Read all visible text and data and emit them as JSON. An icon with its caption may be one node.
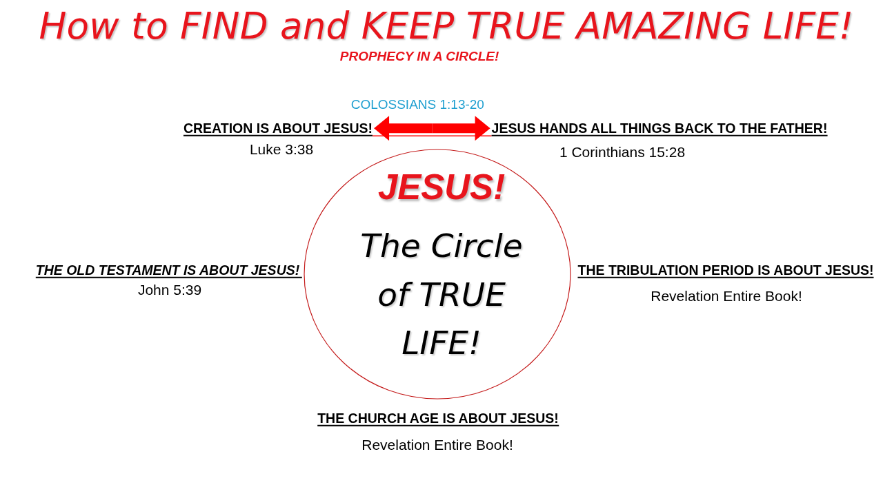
{
  "diagram": {
    "title": "How to FIND and KEEP TRUE AMAZING LIFE!",
    "nodes": [
      {
        "text": [
          "CREATION IS ABOUT JESUS!"
        ]
      },
      {
        "text": [
          "JESUS HANDS ALL THINGS BACK TO THE FATHER!"
        ]
      },
      {
        "text": [
          "JESUS!",
          "The Circle of TRUE LIFE!"
        ]
      }
    ],
    "edges": [
      {
        "from": 0,
        "to": 1,
        "arrow": "both",
        "label": "COLOSSIANS 1:13-20"
      }
    ],
    "labels": [
      "PROPHECY IN A CIRCLE!",
      "Luke 3:38",
      "1 Corinthians 15:28",
      "THE OLD TESTAMENT IS ABOUT JESUS!",
      "John 5:39",
      "THE TRIBULATION PERIOD IS ABOUT JESUS!",
      "Revelation Entire Book!",
      "THE CHURCH AGE IS ABOUT JESUS!",
      "Revelation Entire Book!"
    ]
  }
}
